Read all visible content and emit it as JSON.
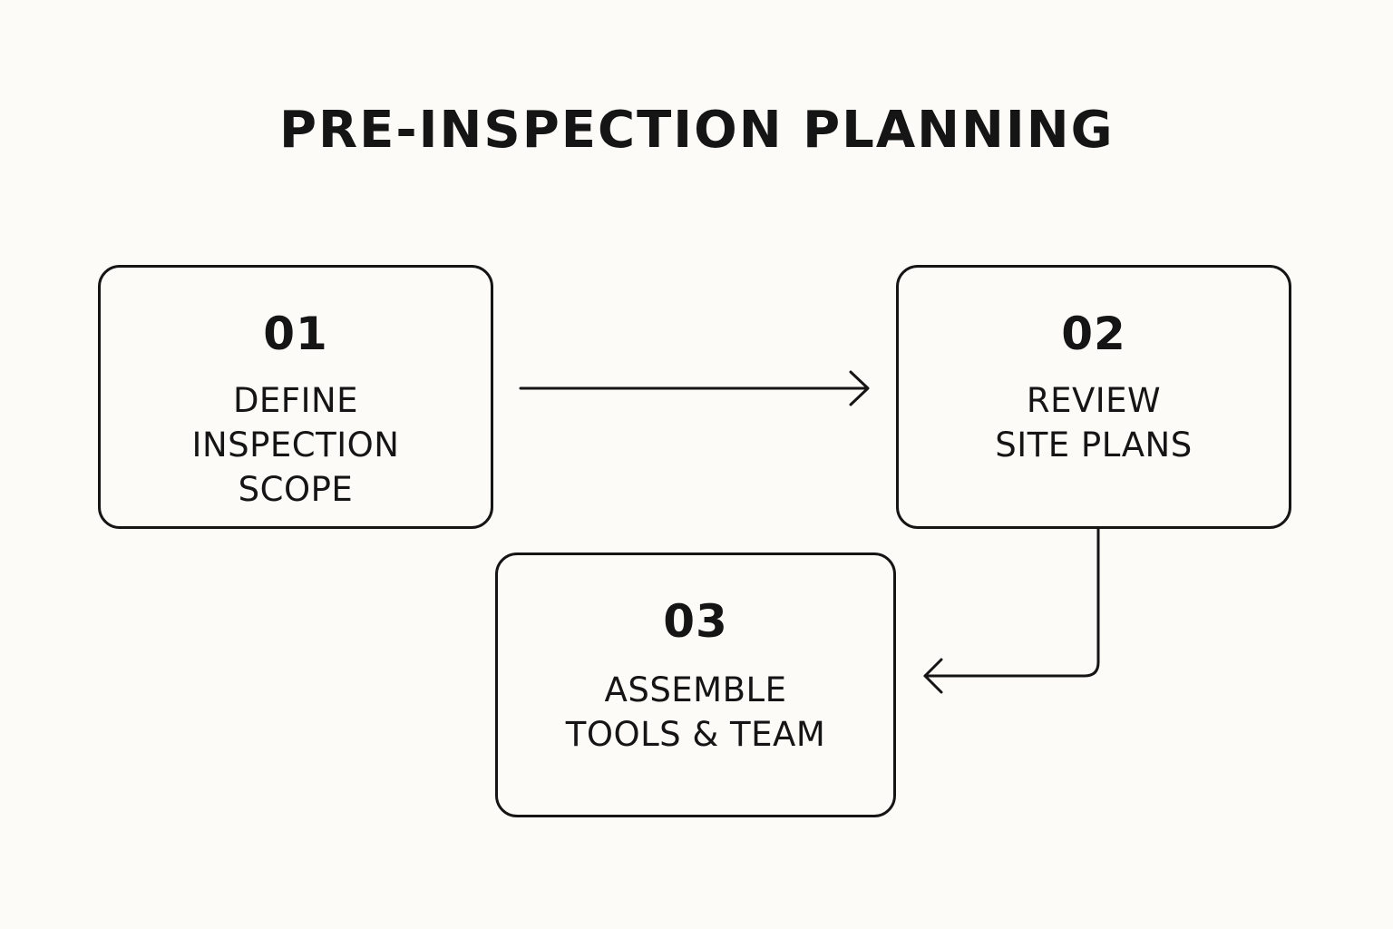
{
  "diagram": {
    "title": "PRE-INSPECTION PLANNING",
    "steps": [
      {
        "number": "01",
        "label": "DEFINE\nINSPECTION\nSCOPE"
      },
      {
        "number": "02",
        "label": "REVIEW\nSITE PLANS"
      },
      {
        "number": "03",
        "label": "ASSEMBLE\nTOOLS & TEAM"
      }
    ],
    "connections": [
      {
        "from": "01",
        "to": "02"
      },
      {
        "from": "02",
        "to": "03"
      }
    ]
  },
  "colors": {
    "background": "#fcfbf8",
    "stroke": "#151515",
    "text": "#151515"
  }
}
